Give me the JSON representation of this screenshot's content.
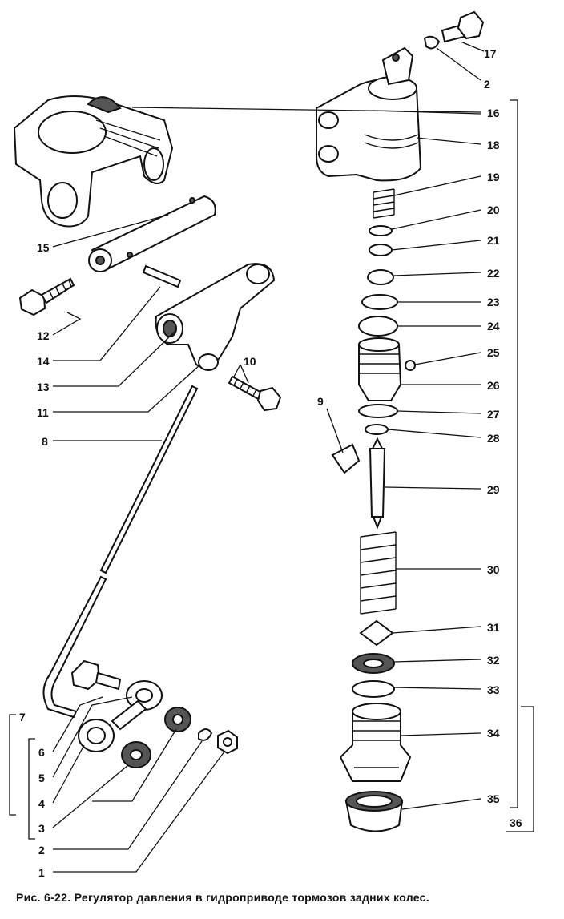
{
  "caption": "Рис. 6-22. Регулятор давления в гидроприводе тормозов задних колес.",
  "labels": {
    "n1": "1",
    "n2": "2",
    "n3": "3",
    "n4": "4",
    "n5": "5",
    "n6": "6",
    "n7": "7",
    "n8": "8",
    "n9": "9",
    "n10": "10",
    "n11": "11",
    "n12": "12",
    "n13": "13",
    "n14": "14",
    "n15": "15",
    "n16": "16",
    "n17": "17",
    "n2r": "2",
    "n18": "18",
    "n19": "19",
    "n20": "20",
    "n21": "21",
    "n22": "22",
    "n23": "23",
    "n24": "24",
    "n25": "25",
    "n26": "26",
    "n27": "27",
    "n28": "28",
    "n29": "29",
    "n30": "30",
    "n31": "31",
    "n32": "32",
    "n33": "33",
    "n34": "34",
    "n35": "35",
    "n36": "36"
  }
}
